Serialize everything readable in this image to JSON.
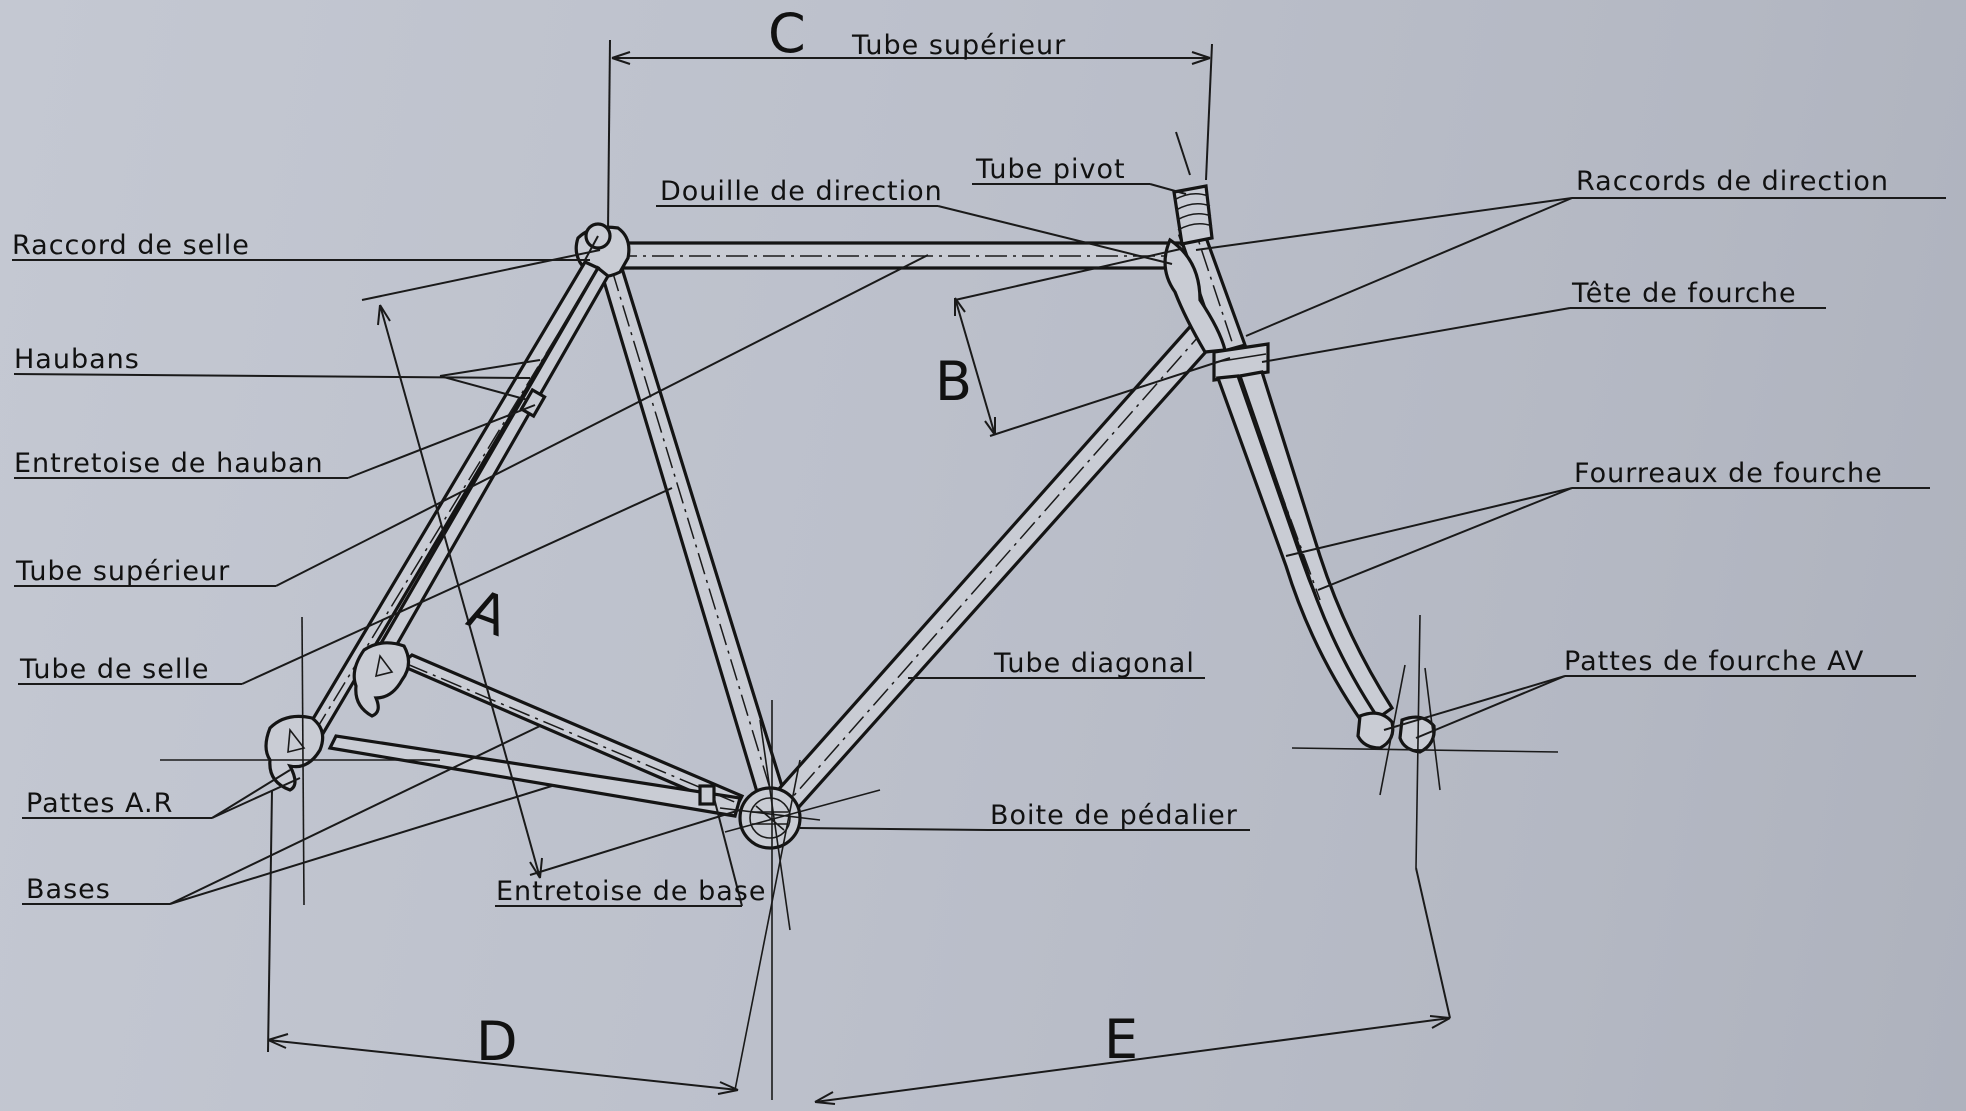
{
  "labels": {
    "raccord_selle": "Raccord de selle",
    "haubans": "Haubans",
    "entretoise_hauban": "Entretoise de hauban",
    "tube_superieur_left": "Tube supérieur",
    "tube_selle": "Tube de selle",
    "pattes_ar": "Pattes A.R",
    "bases": "Bases",
    "entretoise_base": "Entretoise de base",
    "douille_direction": "Douille de direction",
    "tube_pivot": "Tube pivot",
    "tube_diagonal": "Tube diagonal",
    "boite_pedalier": "Boite de pédalier",
    "raccords_direction": "Raccords de direction",
    "tete_fourche": "Tête de fourche",
    "fourreaux_fourche": "Fourreaux de fourche",
    "pattes_fourche_av": "Pattes de fourche AV",
    "tube_superieur_top": "Tube supérieur"
  },
  "dimensions": {
    "a": "A",
    "b": "B",
    "c": "C",
    "d": "D",
    "e": "E"
  },
  "colors": {
    "background": "#bcc0cb",
    "ink": "#141414"
  }
}
